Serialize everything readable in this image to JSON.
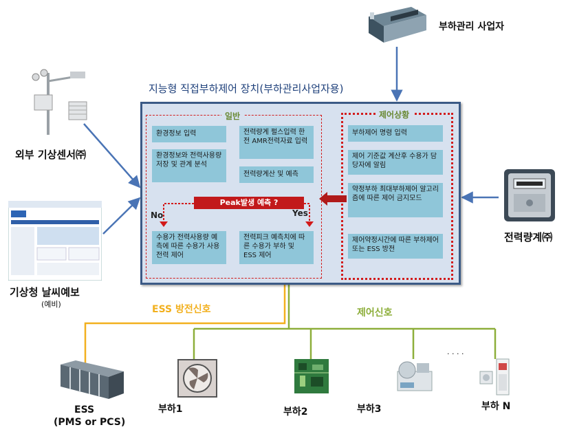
{
  "title": "지능형 직접부하제어 장치(부하관리사업자용)",
  "actors": {
    "operator": "부하관리 사업자",
    "weather_sensor": "외부 기상센서㈜",
    "forecast": "기상청  날씨예보",
    "forecast_note": "(예비)",
    "meter": "전력량계㈜"
  },
  "general": {
    "title": "일반",
    "box_env_input": "환경정보 입력",
    "box_env_store": "환경정보와 전력사용량 저장 및 관계 분석",
    "box_pulse": "전력량계 펄스입력 한전 AMR전력자료 입력",
    "box_calc": "전력량계산 및 예측",
    "peak": "Peak발생 예측 ?",
    "no": "No",
    "yes": "Yes",
    "box_no": "수용가 전력사용량 예측에 따른 수용가 사용전력 제어",
    "box_yes": "전력피크 예측치에 따른 수용가 부하 및 ESS 제어"
  },
  "control": {
    "title": "제어상황",
    "box1": "부하제어 명령 입력",
    "box2": "제어 기준값 계산후 수용가 담당자에 알림",
    "box3": "약정부하 최대부하제어 알고리즘에 따른 제어 금지모드",
    "box4": "제어약정시간에 따른 부하제어 또는 ESS 방전"
  },
  "signals": {
    "ess": "ESS 방전신호",
    "control": "제어신호"
  },
  "loads": {
    "ess_line1": "ESS",
    "ess_line2": "(PMS or PCS)",
    "load1": "부하1",
    "load2": "부하2",
    "load3": "부하3",
    "dots": ". . . .",
    "loadN": "부하 N"
  },
  "colors": {
    "device_bg": "#d7e1ef",
    "device_border": "#3b5a86",
    "box_fill": "#8fc6d9",
    "red": "#d21a1a",
    "arrow_blue": "#4a74b5",
    "ess_line": "#f2b01e",
    "ctl_line": "#8dae3a"
  }
}
